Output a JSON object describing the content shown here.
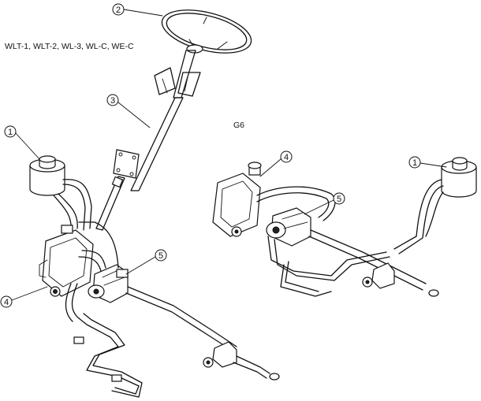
{
  "labels": {
    "models_left": "WLT-1, WLT-2, WL-3, WL-C, WE-C",
    "model_right": "G6"
  },
  "callouts": {
    "c1_left": "1",
    "c2": "2",
    "c3": "3",
    "c4_left": "4",
    "c5_left": "5",
    "c4_right": "4",
    "c5_right": "5",
    "c1_right": "1"
  }
}
